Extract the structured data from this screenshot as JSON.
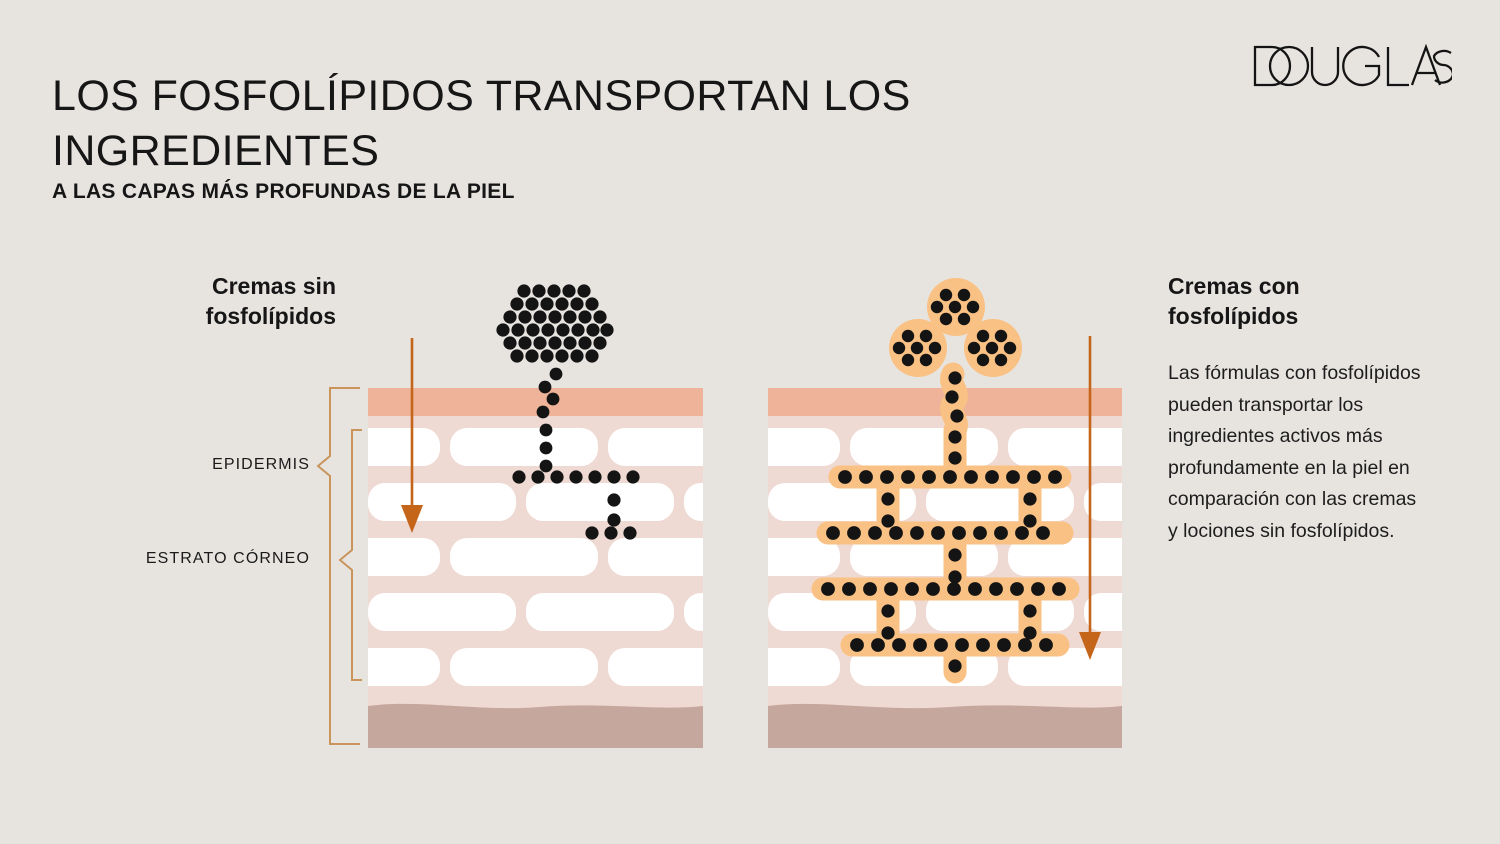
{
  "header": {
    "title": "LOS FOSFOLÍPIDOS TRANSPORTAN LOS INGREDIENTES",
    "subtitle": "A LAS CAPAS MÁS PROFUNDAS DE LA PIEL",
    "brand": "DOUGLAS"
  },
  "left_panel": {
    "caption": "Cremas sin fosfolípidos"
  },
  "right_panel": {
    "caption": "Cremas con fosfolípidos",
    "paragraph": "Las fórmulas con fosfolípidos pueden transportar los ingredientes activos más profundamente en la piel en comparación con las cremas y lociones sin fosfolípidos."
  },
  "skin_labels": {
    "epidermis": "EPIDERMIS",
    "stratum_corneum": "ESTRATO CÓRNEO"
  },
  "colors": {
    "background": "#e7e4e0",
    "skin_top_band": "#eeb399",
    "skin_mortar": "#efd8d1",
    "skin_mortar_light": "#f3e1db",
    "brick_fill": "#ffffff",
    "dermis": "#c5a79d",
    "phospholipid_orange": "#f9c183",
    "ingredient_dot": "#141414",
    "arrow": "#c4651a",
    "bracket": "#c9955c",
    "text": "#161616"
  },
  "diagram": {
    "left_arrow_label": "penetration-depth-shallow",
    "right_arrow_label": "penetration-depth-deep",
    "left_cluster_label": "ingredient-cluster-plain",
    "right_cluster_label": "liposome-cluster",
    "brick_rows": 5,
    "left_panel_bounds": [
      368,
      388,
      335,
      360
    ],
    "right_panel_bounds": [
      768,
      388,
      354,
      360
    ]
  }
}
